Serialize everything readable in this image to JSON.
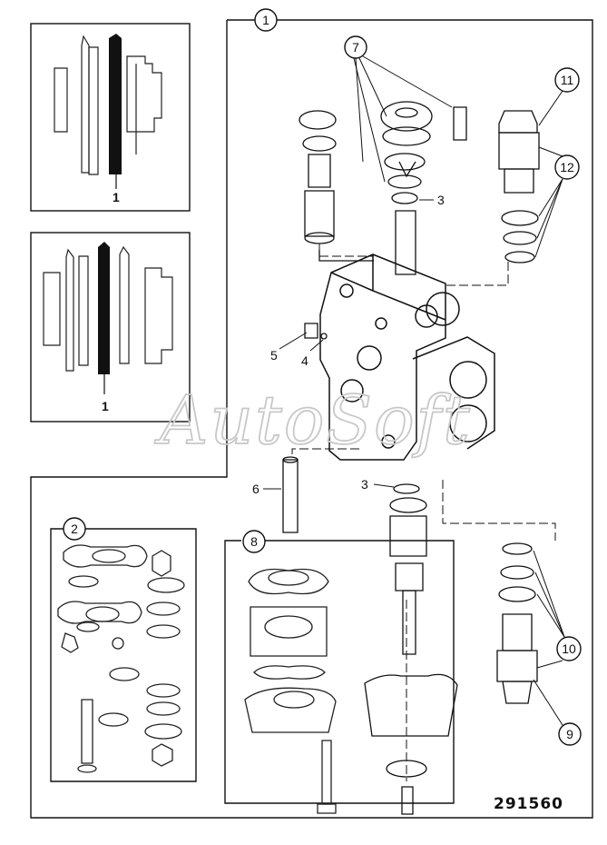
{
  "diagram": {
    "callouts": [
      "1",
      "2",
      "3",
      "4",
      "5",
      "6",
      "7",
      "8",
      "9",
      "10",
      "11",
      "12"
    ],
    "inset_labels": [
      "1",
      "1"
    ],
    "part_number": "291560",
    "watermark": "AutoSoft"
  }
}
